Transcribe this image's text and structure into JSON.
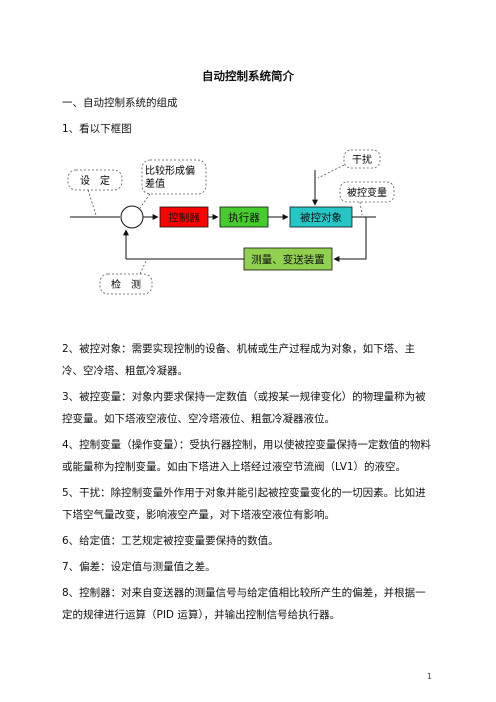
{
  "title": "自动控制系统简介",
  "section1": "一、自动控制系统的组成",
  "item1": "1、看以下框图",
  "diagram": {
    "callout_setpoint": "设　定",
    "callout_compare_line1": "比较形成偏",
    "callout_compare_line2": "差值",
    "callout_disturbance": "干扰",
    "callout_controlled_var": "被控变量",
    "callout_detect": "检　测",
    "block_controller": "控制器",
    "block_actuator": "执行器",
    "block_process": "被控对象",
    "block_measure": "测量、变送装置",
    "colors": {
      "controller": "#ff0000",
      "actuator": "#46cc2e",
      "process": "#25c6c6",
      "measure": "#92d050"
    }
  },
  "items": [
    "2、被控对象：需要实现控制的设备、机械或生产过程成为对象，如下塔、主冷、空冷塔、粗氩冷凝器。",
    "3、被控变量：对象内要求保持一定数值（或按某一规律变化）的物理量称为被控变量。如下塔液空液位、空冷塔液位、粗氩冷凝器液位。",
    "4、控制变量（操作变量）：受执行器控制，用以使被控变量保持一定数值的物料或能量称为控制变量。如由下塔进入上塔经过液空节流阀（LV1）的液空。",
    "5、干扰：除控制变量外作用于对象并能引起被控变量变化的一切因素。比如进下塔空气量改变，影响液空产量，对下塔液空液位有影响。",
    "6、给定值：工艺规定被控变量要保持的数值。",
    "7、偏差：设定值与测量值之差。",
    "8、控制器：对来自变送器的测量信号与给定值相比较所产生的偏差，并根据一定的规律进行运算（PID 运算），并输出控制信号给执行器。"
  ],
  "page_number": "1"
}
